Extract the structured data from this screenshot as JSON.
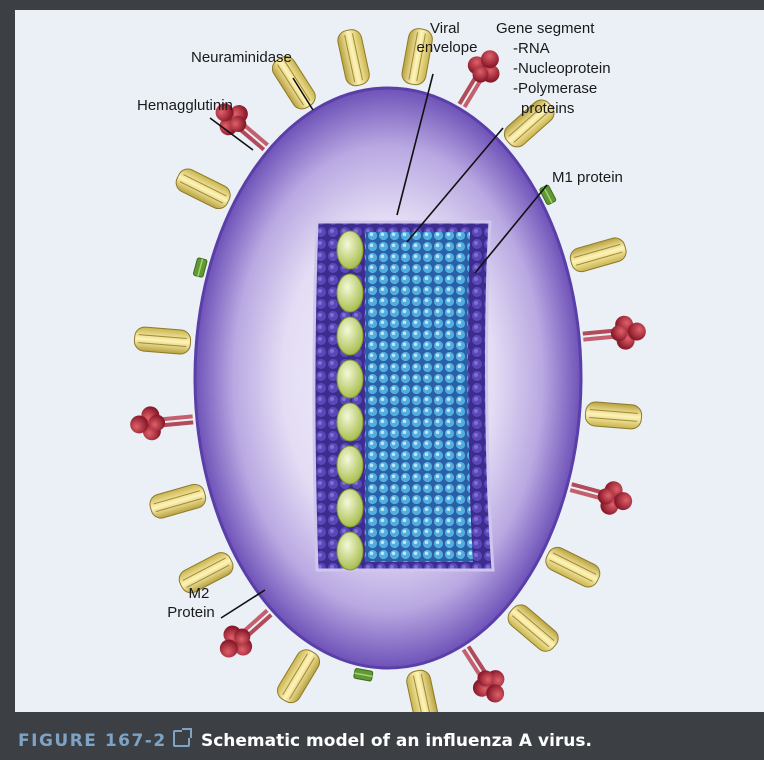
{
  "labels": {
    "neuraminidase": "Neuraminidase",
    "hemagglutinin": "Hemagglutinin",
    "viral_envelope": [
      "Viral",
      "envelope"
    ],
    "gene_segment": [
      "Gene segment",
      "-RNA",
      "-Nucleoprotein",
      "-Polymerase",
      "proteins"
    ],
    "m1_protein": "M1 protein",
    "m2_protein": [
      "M2",
      "Protein"
    ]
  },
  "caption": {
    "figure_label": "FIGURE 167-2",
    "text": "Schematic model of an influenza A virus."
  },
  "colors": {
    "envelope_outer": "#7a5fc0",
    "envelope_inner": "#f2eefa",
    "core_dark": "#3a2a8a",
    "rna_beads": "#4fa6d8",
    "nucleoprotein": "#cfe08a",
    "hemagglutinin": "#e8d77a",
    "neuraminidase": "#a8283a",
    "m2": "#6aa83a"
  }
}
